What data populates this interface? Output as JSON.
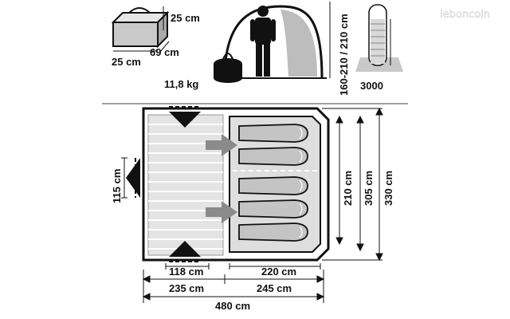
{
  "bag": {
    "height": "25 cm",
    "length": "69 cm",
    "depth": "25 cm",
    "weight": "11,8 kg"
  },
  "tent_height": "160-210 / 210 cm",
  "water_column": "3000",
  "floor": {
    "side_width": "115 cm",
    "inner_depth": "210 cm",
    "mid_depth": "305 cm",
    "total_depth": "330 cm",
    "vestibule_inner": "118 cm",
    "bedroom_inner": "220 cm",
    "vestibule_outer": "235 cm",
    "bedroom_outer": "245 cm",
    "total_length": "480 cm"
  },
  "watermark": "leboncoin",
  "colors": {
    "line": "#111111",
    "gray": "#bdbdbd",
    "light": "#e2e2e2",
    "arrow": "#8a8a8a"
  }
}
